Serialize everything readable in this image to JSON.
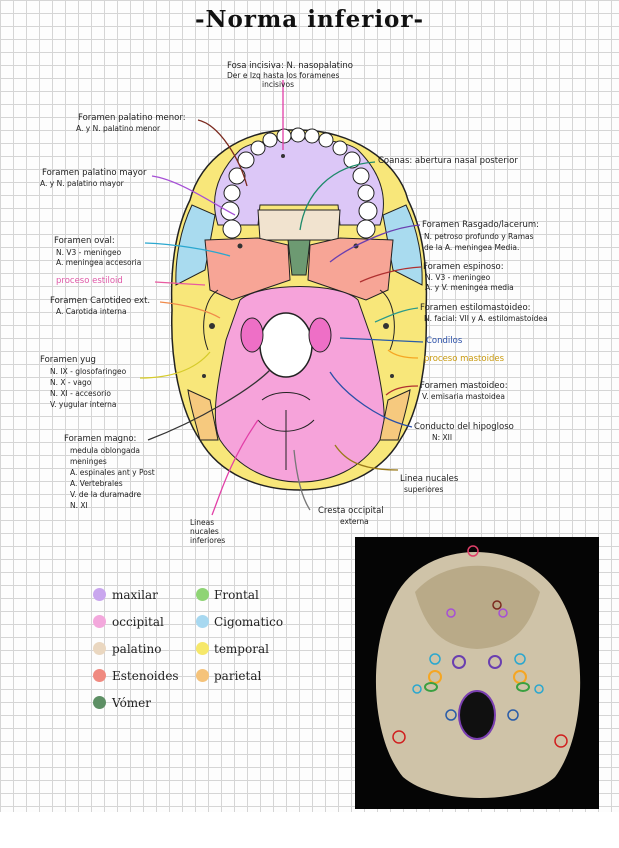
{
  "title": "-Norma inferior-",
  "labels": {
    "fosa_incisiva": "Fosa incisiva: N. nasopalatino",
    "fosa_incisiva_2": "Der e Izq hasta los foramenes",
    "fosa_incisiva_3": "incisivos",
    "foramen_palatino_menor": "Foramen palatino menor:",
    "foramen_palatino_menor_2": "A. y N. palatino menor",
    "foramen_palatino_mayor": "Foramen palatino mayor",
    "foramen_palatino_mayor_2": "A. y N. palatino mayor",
    "foramen_oval": "Foramen oval:",
    "foramen_oval_2": "N. V3 - meningeo",
    "foramen_oval_3": "A. meningea accesoria",
    "proceso_estiloid": "proceso estiloid",
    "foramen_carotideo": "Foramen Carotideo ext.",
    "foramen_carotideo_2": "A. Carotida interna",
    "foramen_yug": "Foramen yug",
    "foramen_yug_2": "N. IX - glosofaringeo",
    "foramen_yug_3": "N. X - vago",
    "foramen_yug_4": "N. XI - accesorio",
    "foramen_yug_5": "V. yugular interna",
    "foramen_magno": "Foramen magno:",
    "foramen_magno_2": "medula oblongada",
    "foramen_magno_3": "meninges",
    "foramen_magno_4": "A. espinales ant y Post",
    "foramen_magno_5": "A. Vertebrales",
    "foramen_magno_6": "V. de la duramadre",
    "foramen_magno_7": "N. XI",
    "lineas_inferiores": "Lineas",
    "lineas_inferiores_2": "nucales",
    "lineas_inferiores_3": "inferiores",
    "cresta": "Cresta occipital",
    "cresta_2": "externa",
    "lineas_superiores": "Linea nucales",
    "lineas_superiores_2": "superiores",
    "conducto_hipogloso": "Conducto del hipogloso",
    "conducto_hipogloso_2": "N: XII",
    "foramen_mastoideo": "Foramen mastoideo:",
    "foramen_mastoideo_2": "V. emisaria mastoidea",
    "proceso_mastoides": "proceso mastoides",
    "condilos": "Condilos",
    "foramen_estilomastoideo": "Foramen estilomastoideo:",
    "foramen_estilomastoideo_2": "N. facial: VII y A. estilomastoidea",
    "foramen_espinoso": "Foramen espinoso:",
    "foramen_espinoso_2": "N. V3 - meningeo",
    "foramen_espinoso_3": "A. y V. meningea media",
    "foramen_rasgado": "Foramen Rasgado/lacerum:",
    "foramen_rasgado_2": "N. petroso profundo y Ramas",
    "foramen_rasgado_3": "de la A. meningea Media.",
    "coanas": "Coanas: abertura nasal posterior"
  },
  "legend": [
    {
      "label": "maxilar",
      "color": "#c9a6ee"
    },
    {
      "label": "Frontal",
      "color": "#8fd475"
    },
    {
      "label": "occipital",
      "color": "#f3a8dc"
    },
    {
      "label": "Cigomatico",
      "color": "#a7d8f0"
    },
    {
      "label": "palatino",
      "color": "#ead7c0"
    },
    {
      "label": "temporal",
      "color": "#f6e86a"
    },
    {
      "label": "Estenoides",
      "color": "#f08a80"
    },
    {
      "label": "parietal",
      "color": "#f5c37a"
    },
    {
      "label": "Vómer",
      "color": "#5d8f64"
    }
  ],
  "colors": {
    "maxilar": "#dcc7f7",
    "occipital": "#f6a3da",
    "palatino": "#f1e3cf",
    "esfenoides": "#f7a596",
    "temporal": "#f8e77a",
    "cigomatico": "#a9dbef",
    "parietal": "#f6c97e",
    "vomer": "#6d9a72"
  }
}
